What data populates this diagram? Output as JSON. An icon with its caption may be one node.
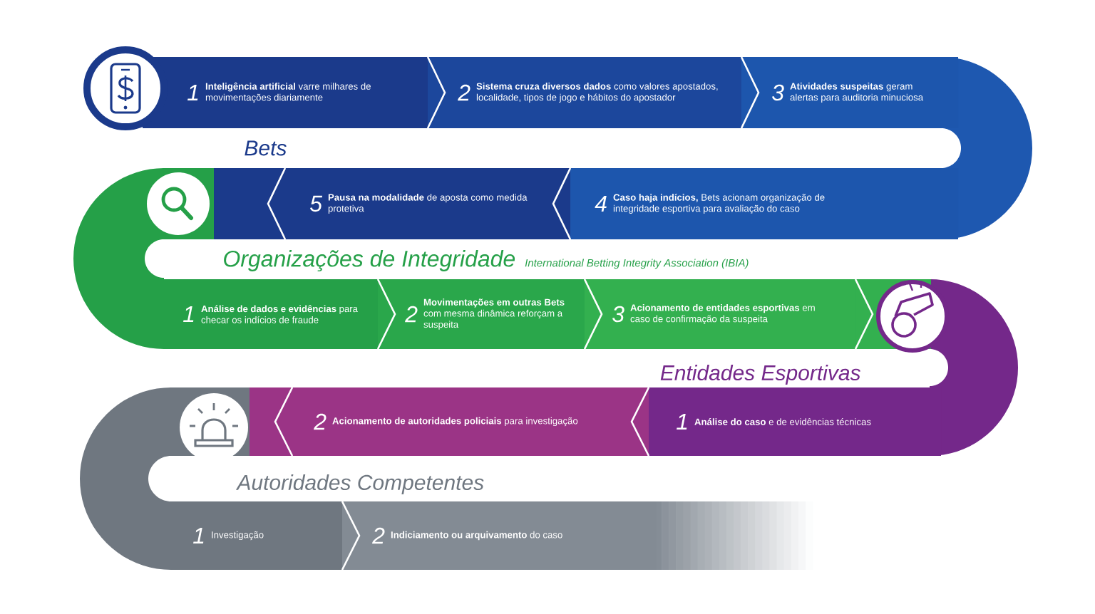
{
  "diagram": {
    "nodes": [
      {
        "text": [
          "1",
          "**Inteligência artificial** varre milhares de movimentações diariamente"
        ]
      },
      {
        "text": [
          "2",
          "**Sistema cruza diversos dados** como valores apostados, localidade, tipos de jogo e hábitos do apostador"
        ]
      },
      {
        "text": [
          "3",
          "**Atividades suspeitas** geram alertas para auditoria minuciosa"
        ]
      },
      {
        "text": [
          "4",
          "**Caso haja indícios,** Bets acionam organização de integridade esportiva para avaliação do caso"
        ]
      },
      {
        "text": [
          "5",
          "**Pausa na modalidade** de aposta como medida protetiva"
        ]
      },
      {
        "text": [
          "1",
          "**Análise de dados e evidências** para checar os indícios de fraude"
        ]
      },
      {
        "text": [
          "2",
          "**Movimentações em outras Bets** com mesma dinâmica reforçam a suspeita"
        ]
      },
      {
        "text": [
          "3",
          "**Acionamento de entidades esportivas** em caso de confirmação da suspeita"
        ]
      },
      {
        "text": [
          "1",
          "**Análise do caso** e de evidências técnicas"
        ]
      },
      {
        "text": [
          "2",
          "**Acionamento de autoridades policiais** para investigação"
        ]
      },
      {
        "text": [
          "1",
          "Investigação"
        ]
      },
      {
        "text": [
          "2",
          "**Indiciamento ou arquivamento** do caso"
        ]
      }
    ],
    "labels": [
      "Bets",
      "Organizações de Integridade",
      "International Betting Integrity Association (IBIA)",
      "Entidades Esportivas",
      "Autoridades Competentes"
    ]
  }
}
